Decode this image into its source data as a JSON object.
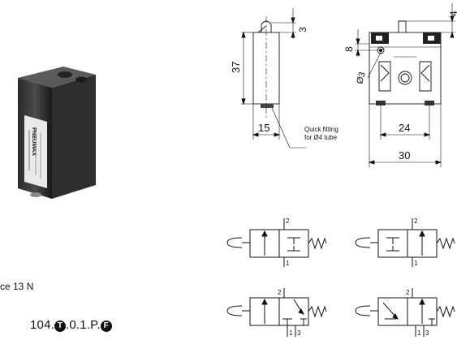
{
  "drawing": {
    "side_view": {
      "height_dim": "37",
      "width_dim": "15",
      "top_dim": "3"
    },
    "front_view": {
      "top_dim": "4",
      "inner_dim": "8",
      "hole_dim": "Ø3",
      "width_inner": "24",
      "width_outer": "30"
    },
    "note_line1": "Quick fitting",
    "note_line2": "for Ø4 tube"
  },
  "photo": {
    "brand_label": "PNEUMAX"
  },
  "symbols": {
    "upper_left": [
      "2",
      "1"
    ],
    "upper_right": [
      "2",
      "1"
    ],
    "lower_left": [
      "2",
      "1",
      "3"
    ],
    "lower_right": [
      "2",
      "1",
      "3"
    ]
  },
  "spec": {
    "force_text": "ce 13 N",
    "code_p1": "104.",
    "code_c1": "T",
    "code_p2": ".0.1.P.",
    "code_c2": "F"
  }
}
